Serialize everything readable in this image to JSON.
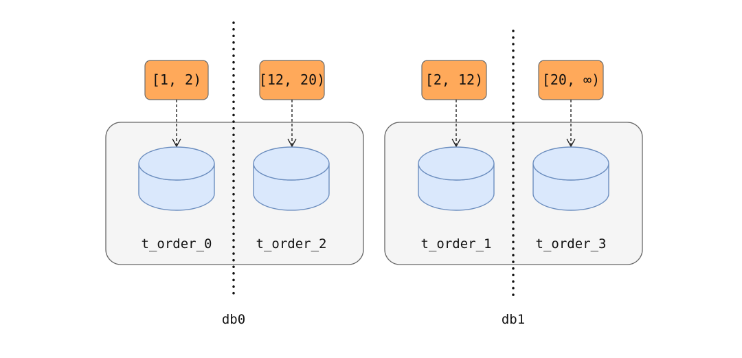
{
  "diagram": {
    "databases": [
      {
        "name": "db0",
        "tables": [
          {
            "name": "t_order_0",
            "range": "[1,  2)"
          },
          {
            "name": "t_order_2",
            "range": "[12,  20)"
          }
        ]
      },
      {
        "name": "db1",
        "tables": [
          {
            "name": "t_order_1",
            "range": "[2,  12)"
          },
          {
            "name": "t_order_3",
            "range": "[20,  ∞)"
          }
        ]
      }
    ],
    "colors": {
      "range_fill": "#ffa95a",
      "cylinder_fill": "#dae8fc",
      "cylinder_stroke": "#6c8ebf",
      "group_fill": "#f5f5f5"
    }
  }
}
